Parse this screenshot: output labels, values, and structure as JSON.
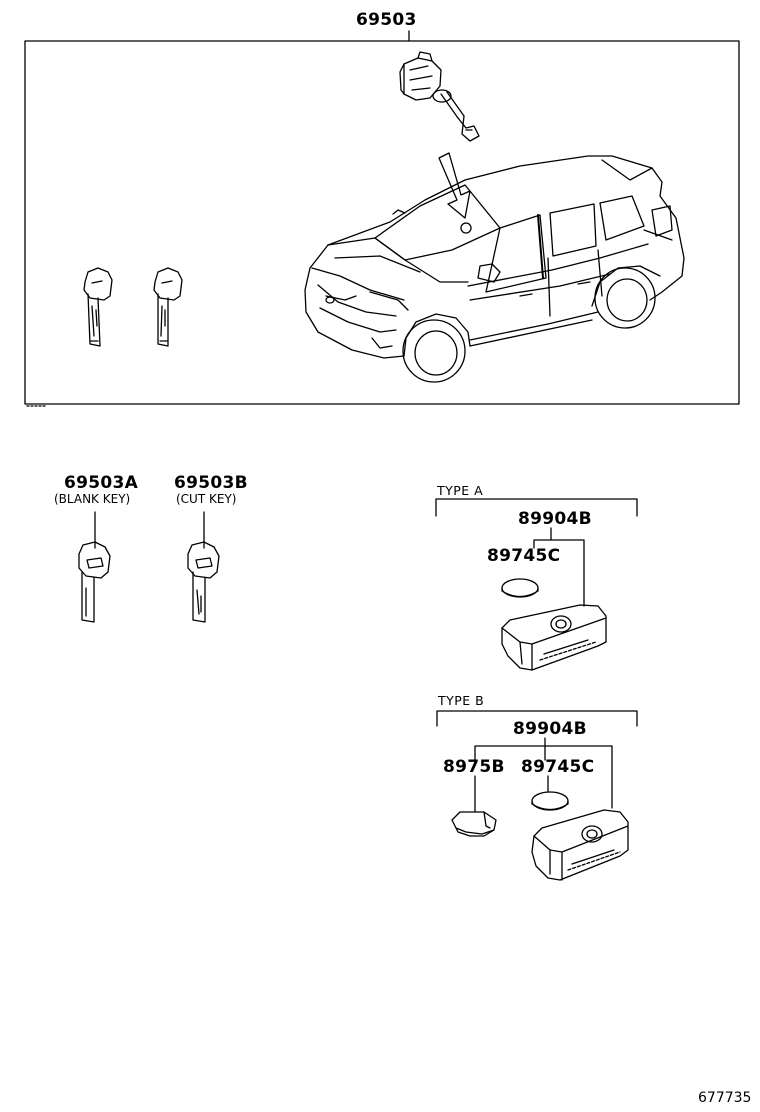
{
  "labels": {
    "main_part": "69503",
    "key_a_part": "69503A",
    "key_a_desc": "(BLANK KEY)",
    "key_b_part": "69503B",
    "key_b_desc": "(CUT KEY)",
    "type_a_title": "TYPE  A",
    "type_a_remote": "89904B",
    "type_a_battery": "89745C",
    "type_b_title": "TYPE  B",
    "type_b_remote": "89904B",
    "type_b_cover": "8975B",
    "type_b_battery": "89745C",
    "figure_number": "677735"
  }
}
